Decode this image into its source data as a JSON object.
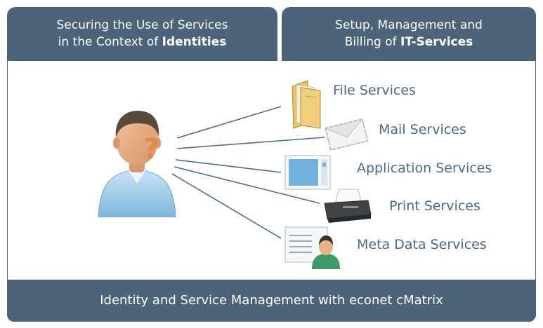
{
  "header": {
    "left": {
      "line1": "Securing the Use of Services",
      "line2_prefix": "in the Context of ",
      "line2_bold": "Identities"
    },
    "right": {
      "line1": "Setup, Management and",
      "line2_prefix": "Billing of ",
      "line2_bold": "IT-Services"
    }
  },
  "user": {
    "symbol": "?"
  },
  "services": [
    {
      "label": "File Services",
      "icon": "folder-icon"
    },
    {
      "label": "Mail Services",
      "icon": "envelope-icon"
    },
    {
      "label": "Application Services",
      "icon": "application-window-icon"
    },
    {
      "label": "Print Services",
      "icon": "printer-icon"
    },
    {
      "label": "Meta Data Services",
      "icon": "user-card-icon"
    }
  ],
  "footer": {
    "text": "Identity and Service Management with econet cMatrix"
  },
  "colors": {
    "bar": "#4d6379",
    "label": "#4a6a8a",
    "connector": "#4f6f8f"
  }
}
